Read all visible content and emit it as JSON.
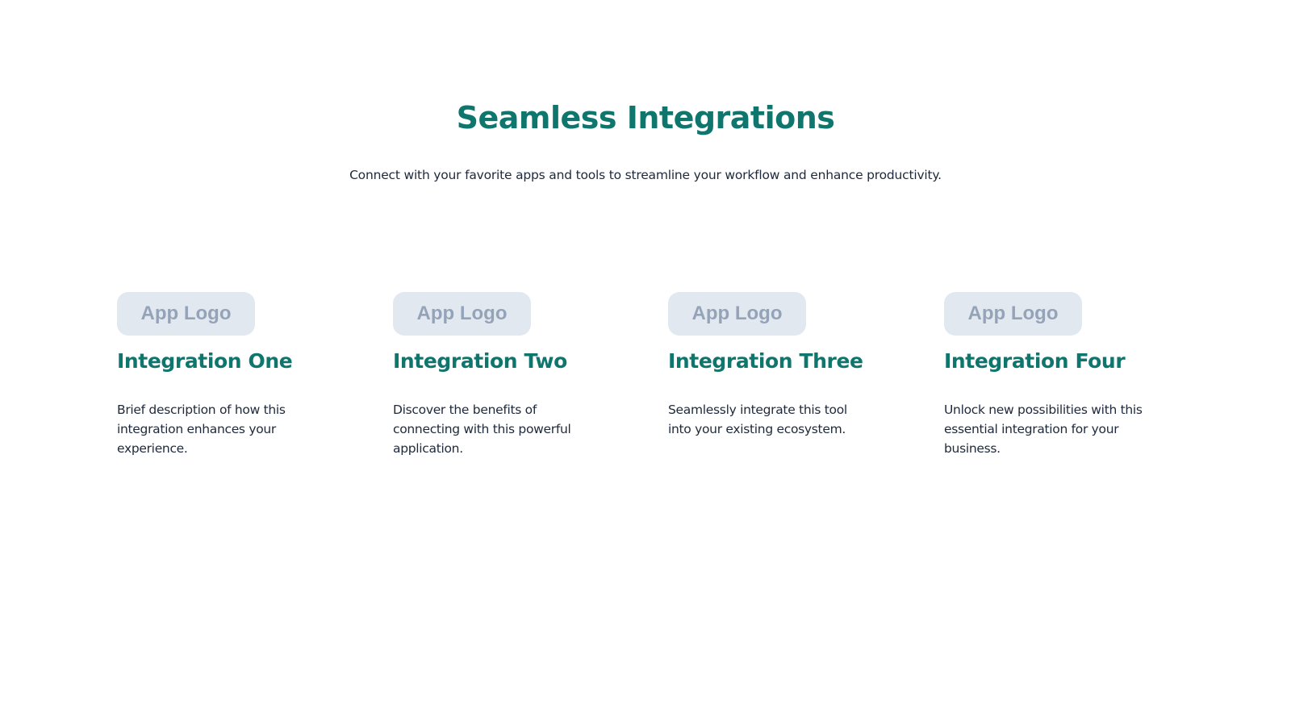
{
  "header": {
    "title": "Seamless Integrations",
    "subtitle": "Connect with your favorite apps and tools to streamline your workflow and enhance productivity."
  },
  "integrations": [
    {
      "logo_label": "App Logo",
      "title": "Integration One",
      "description": "Brief description of how this integration enhances your experience."
    },
    {
      "logo_label": "App Logo",
      "title": "Integration Two",
      "description": "Discover the benefits of connecting with this powerful application."
    },
    {
      "logo_label": "App Logo",
      "title": "Integration Three",
      "description": "Seamlessly integrate this tool into your existing ecosystem."
    },
    {
      "logo_label": "App Logo",
      "title": "Integration Four",
      "description": "Unlock new possibilities with this essential integration for your business."
    }
  ],
  "colors": {
    "accent": "#0f766e",
    "text": "#1e293b",
    "logo_bg": "#e2e8f0",
    "logo_text": "#94a3b8"
  }
}
